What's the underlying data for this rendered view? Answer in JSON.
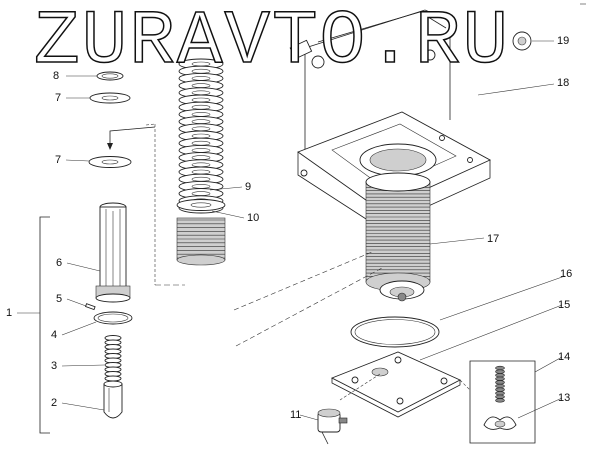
{
  "watermark": "ZURAVTO.RU",
  "callouts": [
    "1",
    "2",
    "3",
    "4",
    "5",
    "6",
    "7",
    "7",
    "8",
    "9",
    "10",
    "11",
    "13",
    "14",
    "15",
    "16",
    "17",
    "18",
    "19"
  ]
}
